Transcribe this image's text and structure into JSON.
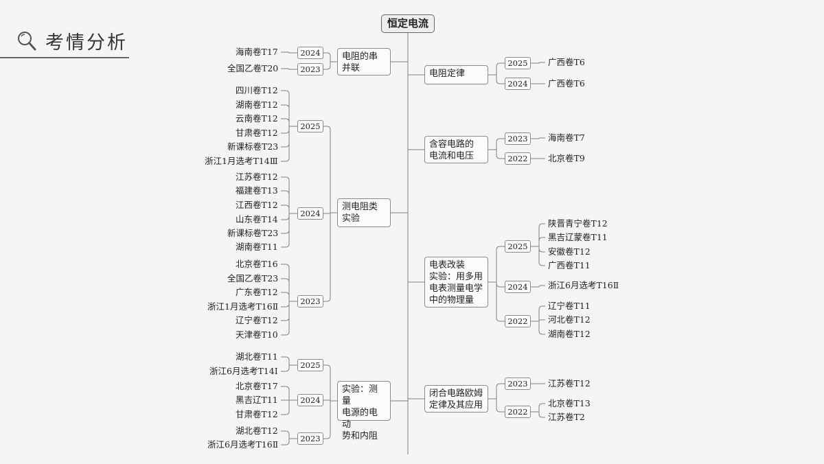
{
  "header": {
    "title": "考情分析",
    "icon": "magnifier-icon"
  },
  "root": "恒定电流",
  "colors": {
    "line": "#808080",
    "border": "#8a8a8a",
    "background": "#f5f5f5"
  },
  "left_branches": [
    {
      "label": "电阻的串\n并联",
      "years": [
        {
          "year": "2024",
          "items": [
            "海南卷T17"
          ]
        },
        {
          "year": "2023",
          "items": [
            "全国乙卷T20"
          ]
        }
      ]
    },
    {
      "label": "测电阻类\n实验",
      "years": [
        {
          "year": "2025",
          "items": [
            "四川卷T12",
            "湖南卷T12",
            "云南卷T12",
            "甘肃卷T12",
            "新课标卷T23",
            "浙江1月选考T14Ⅲ"
          ]
        },
        {
          "year": "2024",
          "items": [
            "江苏卷T12",
            "福建卷T13",
            "江西卷T12",
            "山东卷T14",
            "新课标卷T23",
            "湖南卷T11"
          ]
        },
        {
          "year": "2023",
          "items": [
            "北京卷T16",
            "全国乙卷T23",
            "广东卷T12",
            "浙江1月选考T16Ⅱ",
            "辽宁卷T12",
            "天津卷T10"
          ]
        }
      ]
    },
    {
      "label": "实验：测量\n电源的电动\n势和内阻",
      "years": [
        {
          "year": "2025",
          "items": [
            "湖北卷T11",
            "浙江6月选考T14Ⅰ"
          ]
        },
        {
          "year": "2024",
          "items": [
            "北京卷T17",
            "黑吉辽T11",
            "甘肃卷T12"
          ]
        },
        {
          "year": "2023",
          "items": [
            "湖北卷T12",
            "浙江6月选考T16Ⅱ"
          ]
        }
      ]
    }
  ],
  "right_branches": [
    {
      "label": "电阻定律",
      "years": [
        {
          "year": "2025",
          "items": [
            "广西卷T6"
          ]
        },
        {
          "year": "2024",
          "items": [
            "广西卷T6"
          ]
        }
      ]
    },
    {
      "label": "含容电路的\n电流和电压",
      "years": [
        {
          "year": "2023",
          "items": [
            "海南卷T7"
          ]
        },
        {
          "year": "2022",
          "items": [
            "北京卷T9"
          ]
        }
      ]
    },
    {
      "label": "电表改装\n实验：用多用\n电表测量电学\n中的物理量",
      "years": [
        {
          "year": "2025",
          "items": [
            "陕晋青宁卷T12",
            "黑吉辽蒙卷T11",
            "安徽卷T12",
            "广西卷T11"
          ]
        },
        {
          "year": "2024",
          "items": [
            "浙江6月选考T16Ⅱ"
          ]
        },
        {
          "year": "2022",
          "items": [
            "辽宁卷T11",
            "河北卷T12",
            "湖南卷T12"
          ]
        }
      ]
    },
    {
      "label": "闭合电路欧姆\n定律及其应用",
      "years": [
        {
          "year": "2023",
          "items": [
            "江苏卷T12"
          ]
        },
        {
          "year": "2022",
          "items": [
            "北京卷T13",
            "江苏卷T2"
          ]
        }
      ]
    }
  ]
}
